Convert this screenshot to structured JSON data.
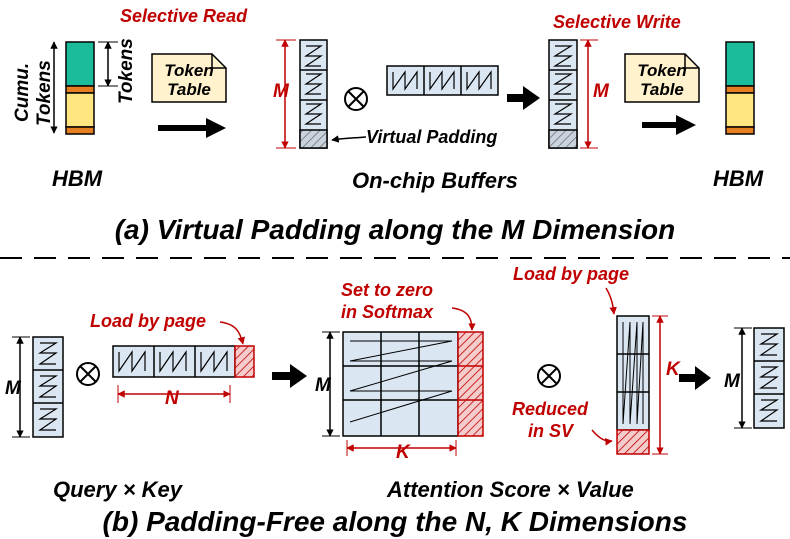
{
  "colors": {
    "red": "#c00000",
    "buffer_fill": "#dae6f2",
    "teal": "#1abc9c",
    "yellow": "#ffe680",
    "orange": "#e67e22",
    "note_fill": "#fff2cc"
  },
  "top": {
    "selective_read": "Selective Read",
    "selective_write": "Selective Write",
    "cumu_tokens_line1": "Cumu.",
    "cumu_tokens_line2": "Tokens",
    "tokens": "Tokens",
    "token_table_line1": "Token",
    "token_table_line2": "Table",
    "m_left": "M",
    "m_right": "M",
    "virtual_padding": "Virtual Padding",
    "hbm_left": "HBM",
    "on_chip_buffers": "On-chip Buffers",
    "hbm_right": "HBM",
    "caption": "(a) Virtual Padding along the M Dimension"
  },
  "bottom": {
    "load_by_page_left": "Load by page",
    "load_by_page_right": "Load by page",
    "set_to_zero_line1": "Set to zero",
    "set_to_zero_line2": "in Softmax",
    "m_query": "M",
    "n_key": "N",
    "m_score": "M",
    "k_score": "K",
    "k_value": "K",
    "m_output": "M",
    "reduced_line1": "Reduced",
    "reduced_line2": "in SV",
    "query_x_key": "Query × Key",
    "attention_x_value": "Attention Score × Value",
    "caption": "(b) Padding-Free along the N, K Dimensions"
  }
}
